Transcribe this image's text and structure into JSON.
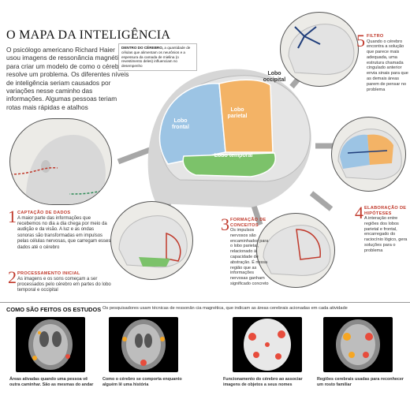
{
  "title": "O MAPA DA INTELIGÊNCIA",
  "intro": "O psicólogo americano Richard Haier usou imagens de ressonância magnética para criar um modelo de como o cérebro resolve um problema. Os diferentes níveis de inteligência seriam causados por variações nesse caminho das informações. Algumas pessoas teriam rotas mais rápidas e atalhos",
  "callout": {
    "heading": "DENTRO DO CÉREBRO,",
    "text": "a quantidade de células que alimentam os neurônios e a espessura da camada de mielina (o revestimento deles) influenciam no desempenho"
  },
  "brain_regions": {
    "occipital": "Lobo occipital",
    "frontal": "Lobo frontal",
    "parietal": "Lobo parietal",
    "temporal": "Lobo temporal"
  },
  "steps": [
    {
      "number": "1",
      "heading": "CAPTAÇÃO DE DADOS",
      "text": "A maior parte das informações que recebemos no dia a dia chega por meio da audição e da visão. A luz e as ondas sonoras são transformadas em impulsos pelas células nervosas, que carregam esses dados até o cérebro"
    },
    {
      "number": "2",
      "heading": "PROCESSAMENTO INICIAL",
      "text": "As imagens e os sons começam a ser processados pelo cérebro em partes do lobo temporal e occipital"
    },
    {
      "number": "3",
      "heading": "FORMAÇÃO DE CONCEITOS",
      "text": "Os impulsos nervosos são encaminhados para o lobo parietal, relacionado à capacidade de abstração. É nessa região que as informações nervosas ganham significado concreto"
    },
    {
      "number": "4",
      "heading": "ELABORAÇÃO DE HIPÓTESES",
      "text": "A interação entre regiões dos lobos parietal e frontal, encarregado do raciocínio lógico, gera soluções para o problema"
    },
    {
      "number": "5",
      "heading": "FILTRO",
      "text": "Quando o cérebro encontra a solução que parece mais adequada, uma estrutura chamada cingulado anterior envia sinais para que as demais áreas parem de pensar no problema"
    }
  ],
  "bottom": {
    "heading": "COMO SÃO FEITOS OS ESTUDOS",
    "subheading": "Os pesquisadores usam técnicas de ressonân    cia magnética, que indicam as áreas cerebrais acionadas em cada atividade",
    "scans": [
      {
        "caption": "Áreas ativadas quando uma pessoa vê outra caminhar. São as mesmas do andar"
      },
      {
        "caption": "Como o cérebro se comporta enquanto alguém lê uma história"
      },
      {
        "caption": "Funcionamento do cérebro ao associar imagens de objetos a seus nomes"
      },
      {
        "caption": "Regiões cerebrais usadas para reconhecer um rosto familiar"
      }
    ]
  },
  "colors": {
    "accent": "#c0392b",
    "frontal": "#9cc4e4",
    "parietal": "#f3b366",
    "temporal": "#7cc26a",
    "occipital": "#d9d9d9"
  }
}
